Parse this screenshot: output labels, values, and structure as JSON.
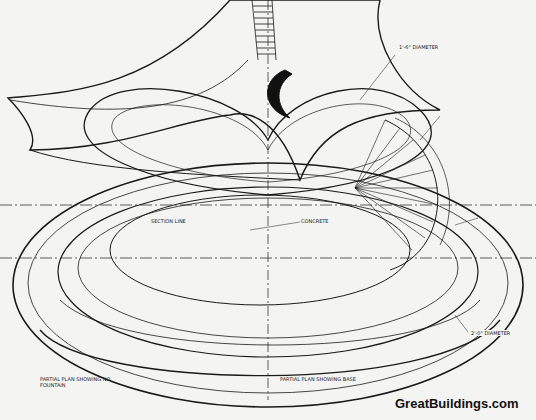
{
  "diagram": {
    "labels": [
      "PARTIAL PLAN SHOWING NO FOUNTAIN",
      "PARTIAL PLAN SHOWING BASE",
      "GreatBuildings.com",
      "SECTION LINE",
      "CONCRETE",
      "1'-6\" DIAMETER",
      "2'-0\" DIAMETER"
    ]
  }
}
